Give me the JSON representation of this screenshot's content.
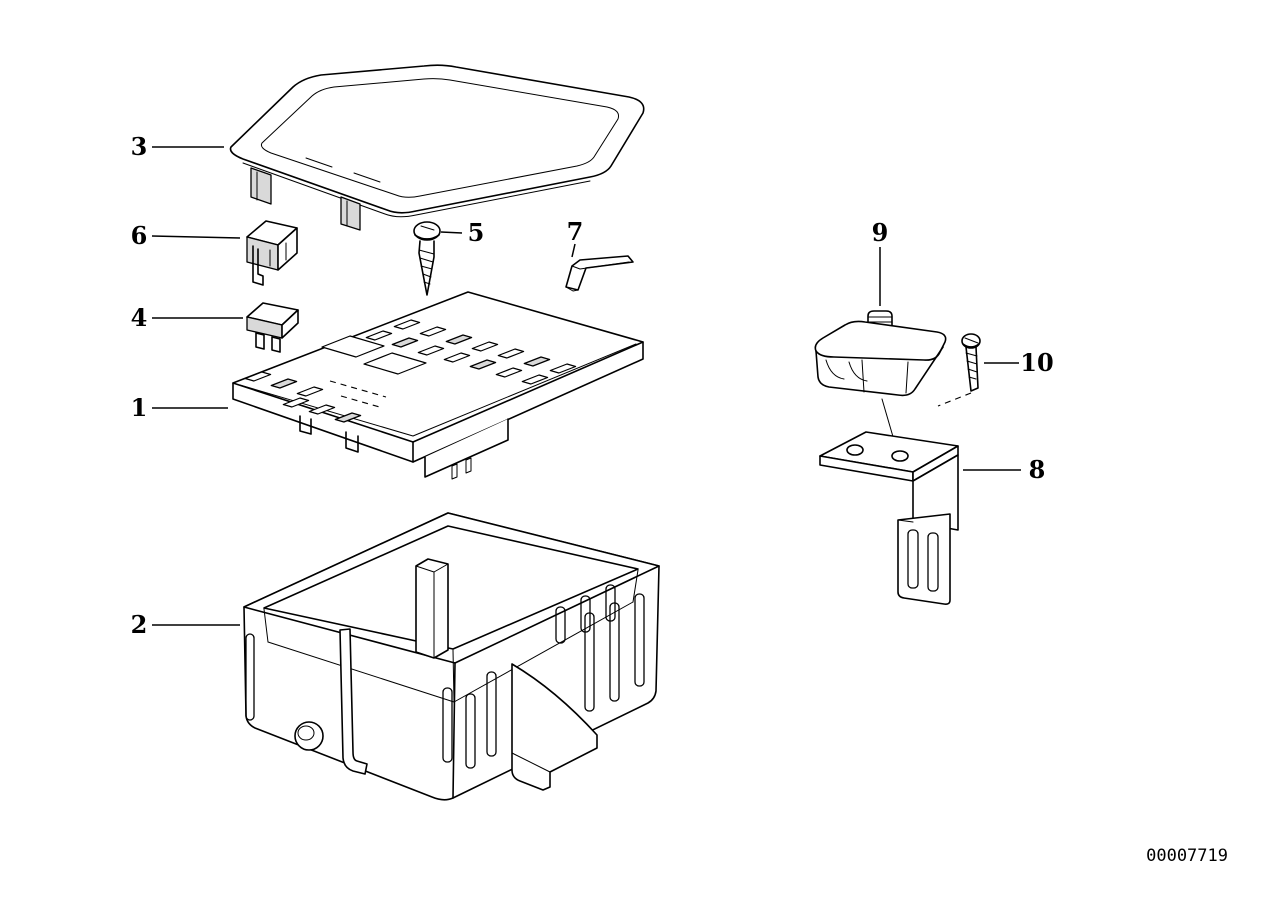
{
  "diagram": {
    "drawing_number": "00007719",
    "colors": {
      "background": "#ffffff",
      "line": "#000000",
      "shade": "#d9d9d9"
    },
    "callouts": [
      {
        "label": "1"
      },
      {
        "label": "2"
      },
      {
        "label": "3"
      },
      {
        "label": "4"
      },
      {
        "label": "5"
      },
      {
        "label": "6"
      },
      {
        "label": "7"
      },
      {
        "label": "8"
      },
      {
        "label": "9"
      },
      {
        "label": "10"
      }
    ]
  }
}
